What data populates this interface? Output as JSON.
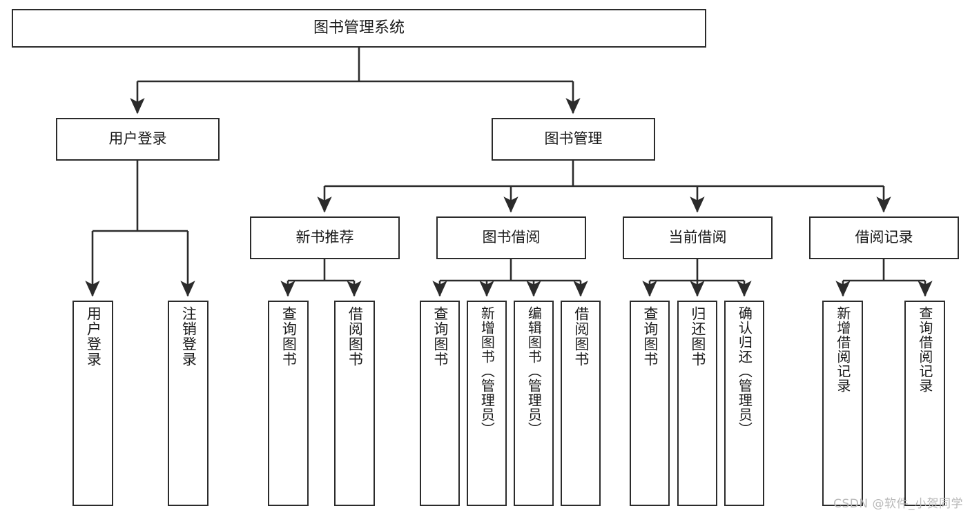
{
  "diagram": {
    "type": "tree-hierarchy",
    "title": "图书管理系统",
    "watermark": "CSDN @软件_小贺同学",
    "colors": {
      "stroke": "#2b2b2b",
      "fill": "#ffffff",
      "text": "#1a1a1a",
      "watermark": "#b9b9b9"
    },
    "nodes": {
      "root": {
        "label": "图书管理系统"
      },
      "level2": [
        {
          "id": "user-login",
          "label": "用户登录"
        },
        {
          "id": "book-management",
          "label": "图书管理"
        }
      ],
      "level3": [
        {
          "id": "new-book-recommend",
          "label": "新书推荐",
          "parent": "book-management"
        },
        {
          "id": "book-borrow",
          "label": "图书借阅",
          "parent": "book-management"
        },
        {
          "id": "current-borrow",
          "label": "当前借阅",
          "parent": "book-management"
        },
        {
          "id": "borrow-record",
          "label": "借阅记录",
          "parent": "book-management"
        }
      ],
      "leaves": [
        {
          "id": "leaf-user-login",
          "label": "用户登录",
          "parent": "user-login"
        },
        {
          "id": "leaf-logout-login",
          "label": "注销登录",
          "parent": "user-login"
        },
        {
          "id": "leaf-query-book-1",
          "label": "查询图书",
          "parent": "new-book-recommend"
        },
        {
          "id": "leaf-borrow-book-1",
          "label": "借阅图书",
          "parent": "new-book-recommend"
        },
        {
          "id": "leaf-query-book-2",
          "label": "查询图书",
          "parent": "book-borrow"
        },
        {
          "id": "leaf-add-book-admin",
          "label": "新增图书（管理员）",
          "parent": "book-borrow"
        },
        {
          "id": "leaf-edit-book-admin",
          "label": "编辑图书（管理员）",
          "parent": "book-borrow"
        },
        {
          "id": "leaf-borrow-book-2",
          "label": "借阅图书",
          "parent": "book-borrow"
        },
        {
          "id": "leaf-query-book-3",
          "label": "查询图书",
          "parent": "current-borrow"
        },
        {
          "id": "leaf-return-book",
          "label": "归还图书",
          "parent": "current-borrow"
        },
        {
          "id": "leaf-confirm-return-admin",
          "label": "确认归还（管理员）",
          "parent": "current-borrow"
        },
        {
          "id": "leaf-add-borrow-record",
          "label": "新增借阅记录",
          "parent": "borrow-record"
        },
        {
          "id": "leaf-query-borrow-record",
          "label": "查询借阅记录",
          "parent": "borrow-record"
        }
      ]
    }
  }
}
